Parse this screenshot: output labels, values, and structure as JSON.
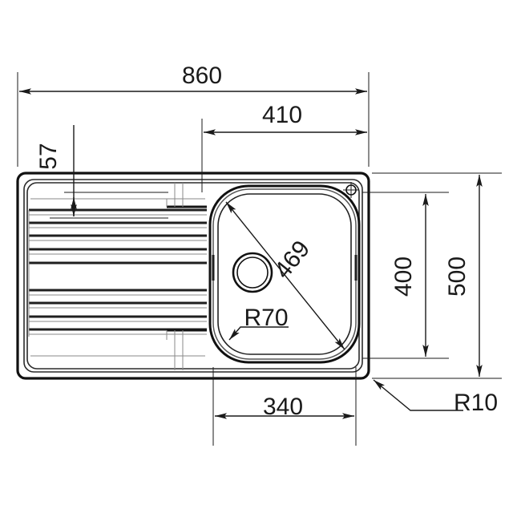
{
  "drawing": {
    "title": "Kitchen sink plan view technical drawing",
    "units": "mm",
    "line_color": "#1a1a1a",
    "background_color": "#ffffff"
  },
  "dimensions": {
    "overall_width": "860",
    "bowl_offset_right": "410",
    "ledge_offset_top": "57",
    "bowl_diagonal": "469",
    "bowl_corner_radius": "R70",
    "body_corner_radius": "R10",
    "bowl_height": "400",
    "overall_depth": "500",
    "bowl_width": "340"
  },
  "labels": [
    {
      "id": "overall-width",
      "text": "860",
      "orientation": "horizontal"
    },
    {
      "id": "bowl-offset-right",
      "text": "410",
      "orientation": "horizontal"
    },
    {
      "id": "ledge-offset-top",
      "text": "57",
      "orientation": "vertical"
    },
    {
      "id": "bowl-diagonal",
      "text": "469",
      "orientation": "diagonal"
    },
    {
      "id": "bowl-corner-radius",
      "text": "R70",
      "orientation": "horizontal"
    },
    {
      "id": "body-corner-radius",
      "text": "R10",
      "orientation": "horizontal"
    },
    {
      "id": "bowl-height",
      "text": "400",
      "orientation": "vertical"
    },
    {
      "id": "overall-depth",
      "text": "500",
      "orientation": "vertical"
    },
    {
      "id": "bowl-width",
      "text": "340",
      "orientation": "horizontal"
    }
  ],
  "features": {
    "drainboard_groove_count": "12",
    "drain_hole": "drain-hole",
    "mounting_marker": "crosshair-marker",
    "bowl": "sink-bowl",
    "drainboard": "drainboard"
  }
}
